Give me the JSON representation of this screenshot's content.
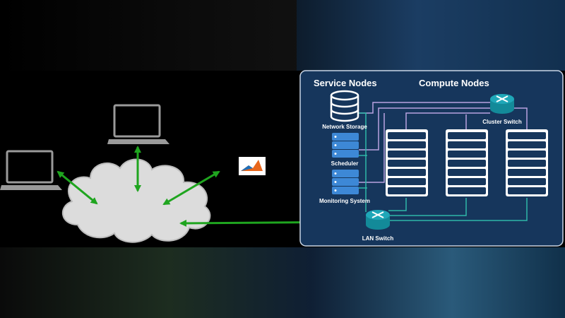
{
  "panel": {
    "service_heading": "Service Nodes",
    "compute_heading": "Compute Nodes",
    "network_storage": "Network Storage",
    "scheduler": "Scheduler",
    "monitoring_system": "Monitoring System",
    "cluster_switch": "Cluster Switch",
    "lan_switch": "LAN Switch"
  },
  "colors": {
    "panel_bg": "#16365c",
    "panel_border": "#c9d6e6",
    "arrow": "#1fa51f",
    "server_blue": "#3d88d6",
    "switch_teal": "#1fa7b8",
    "link_purple": "#b9a2e0",
    "link_teal": "#2fb7a8"
  },
  "icons": {
    "laptop": "laptop-icon",
    "cloud": "cloud-icon",
    "app_logo": "matlab-logo-icon",
    "storage": "database-icon",
    "server": "server-rack-icon",
    "switch": "network-switch-icon"
  }
}
